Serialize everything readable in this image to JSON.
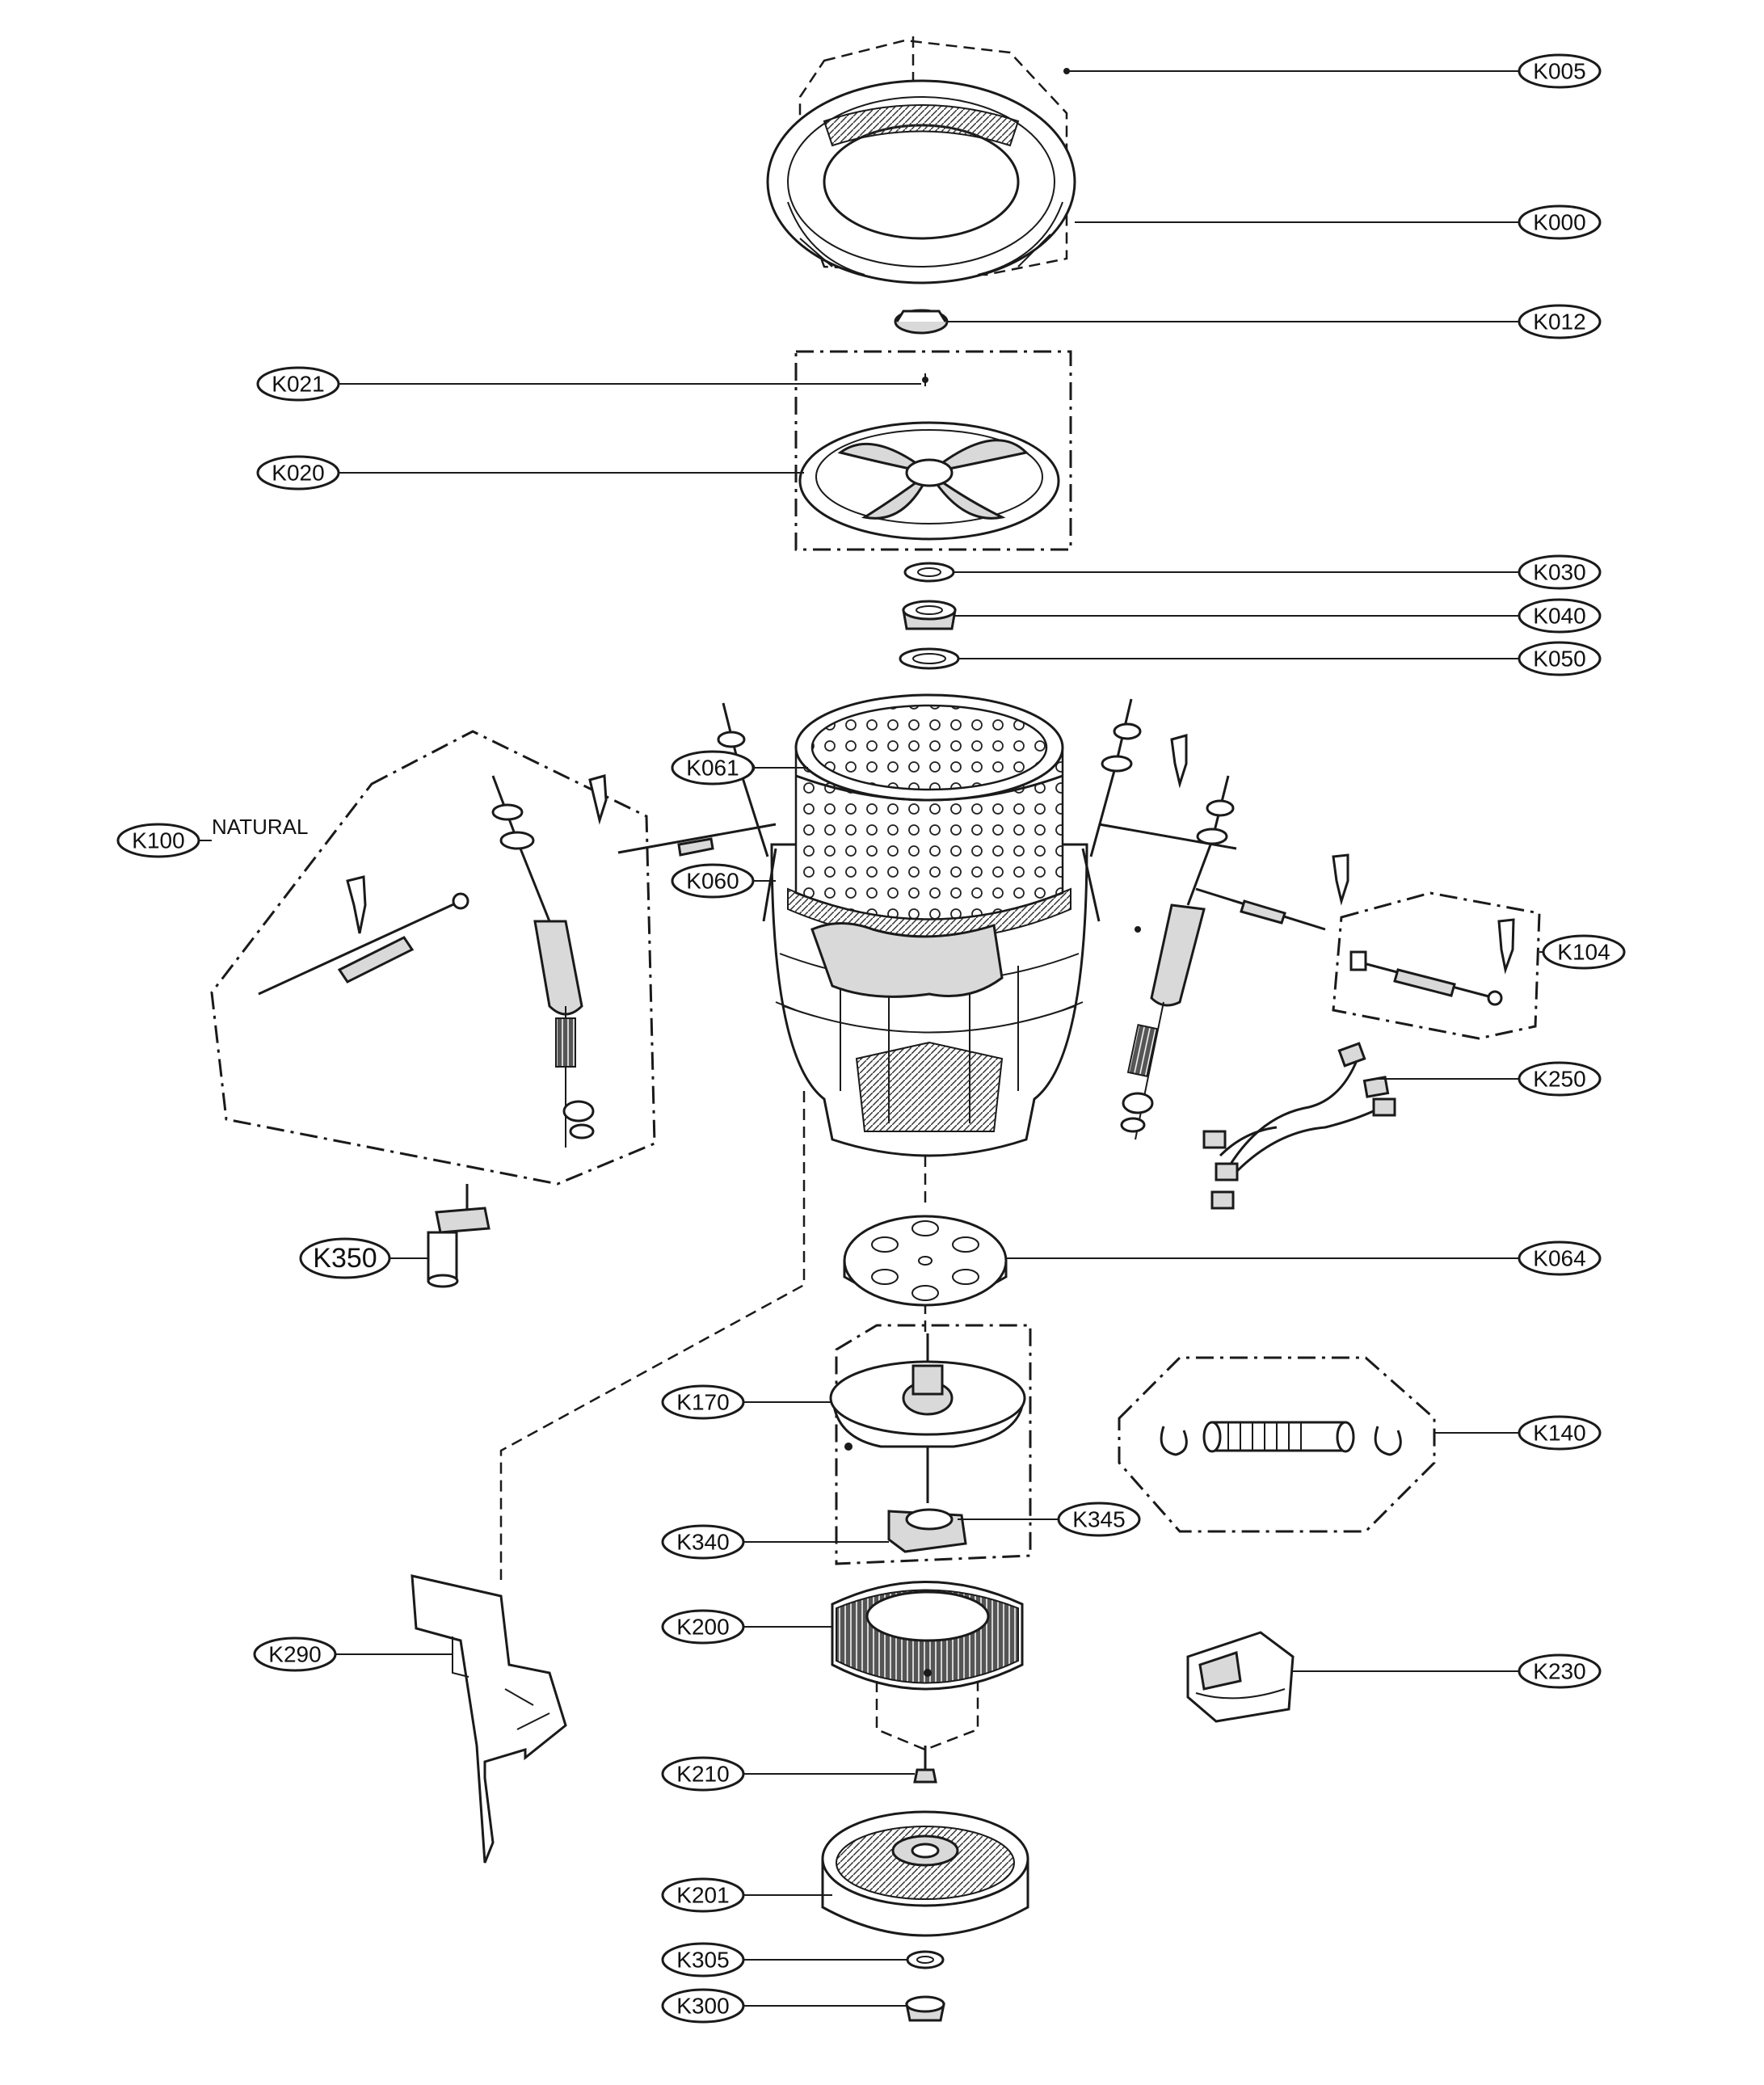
{
  "labels": {
    "K005": "K005",
    "K000": "K000",
    "K012": "K012",
    "K021": "K021",
    "K020": "K020",
    "K030": "K030",
    "K040": "K040",
    "K050": "K050",
    "K061": "K061",
    "K060": "K060",
    "K100": "K100",
    "K104": "K104",
    "K250": "K250",
    "K350": "K350",
    "K064": "K064",
    "K170": "K170",
    "K140": "K140",
    "K340": "K340",
    "K345": "K345",
    "K200": "K200",
    "K230": "K230",
    "K290": "K290",
    "K210": "K210",
    "K201": "K201",
    "K305": "K305",
    "K300": "K300"
  },
  "notes": {
    "natural": "NATURAL"
  },
  "colors": {
    "line": "#1a1a1a",
    "background": "#ffffff"
  }
}
